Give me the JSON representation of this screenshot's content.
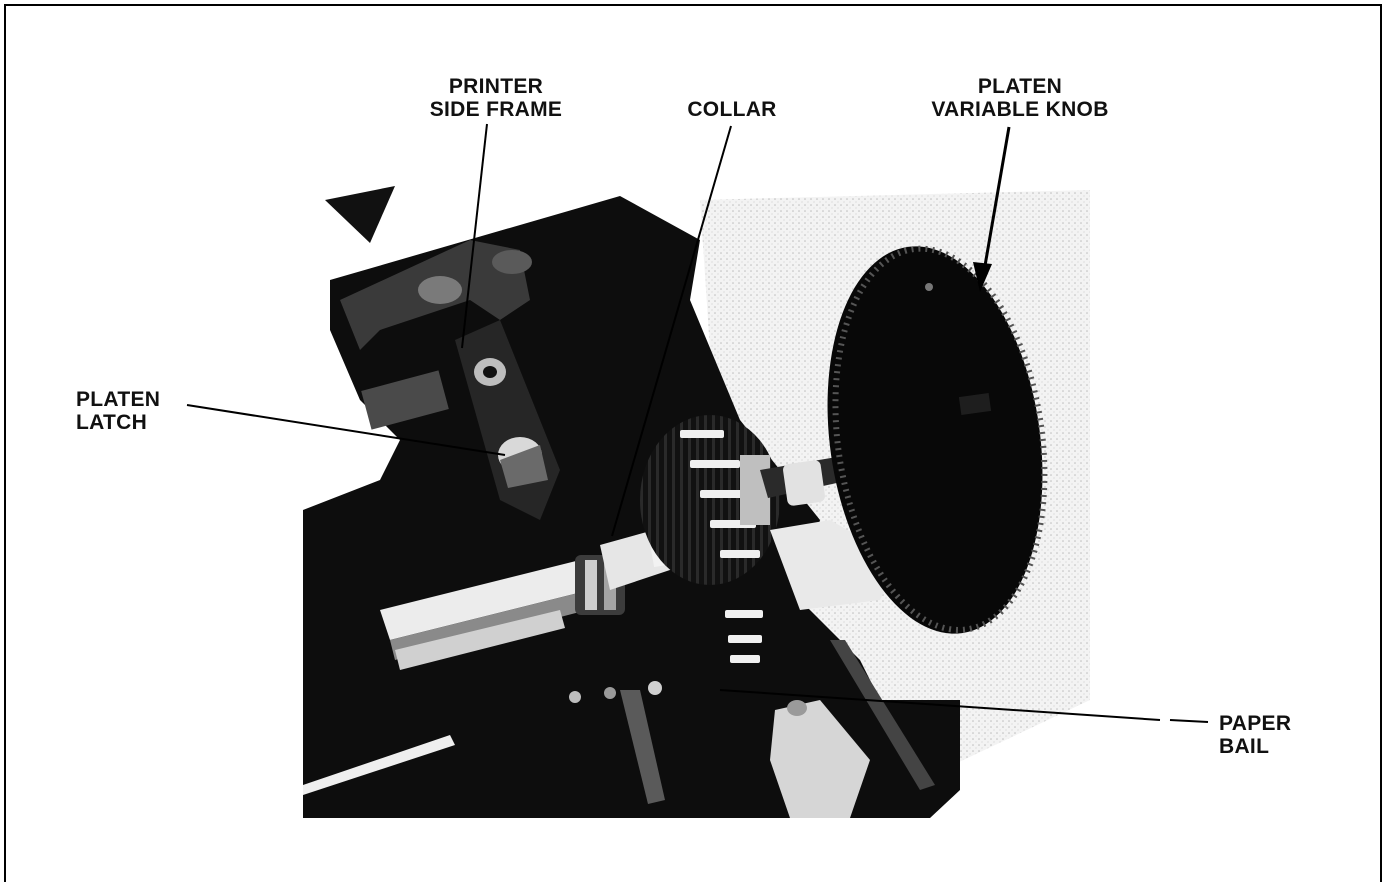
{
  "figure": {
    "colors": {
      "ink": "#000000",
      "paper": "#ffffff",
      "shadow": "#1a1a1a",
      "metal": "#e8e8e8"
    },
    "callouts": {
      "printer_side_frame": {
        "line1": "PRINTER",
        "line2": "SIDE FRAME"
      },
      "collar": {
        "line1": "COLLAR"
      },
      "platen_variable_knob": {
        "line1": "PLATEN",
        "line2": "VARIABLE KNOB"
      },
      "platen_latch": {
        "line1": "PLATEN",
        "line2": "LATCH"
      },
      "paper_bail": {
        "line1": "PAPER",
        "line2": "BAIL"
      }
    }
  }
}
